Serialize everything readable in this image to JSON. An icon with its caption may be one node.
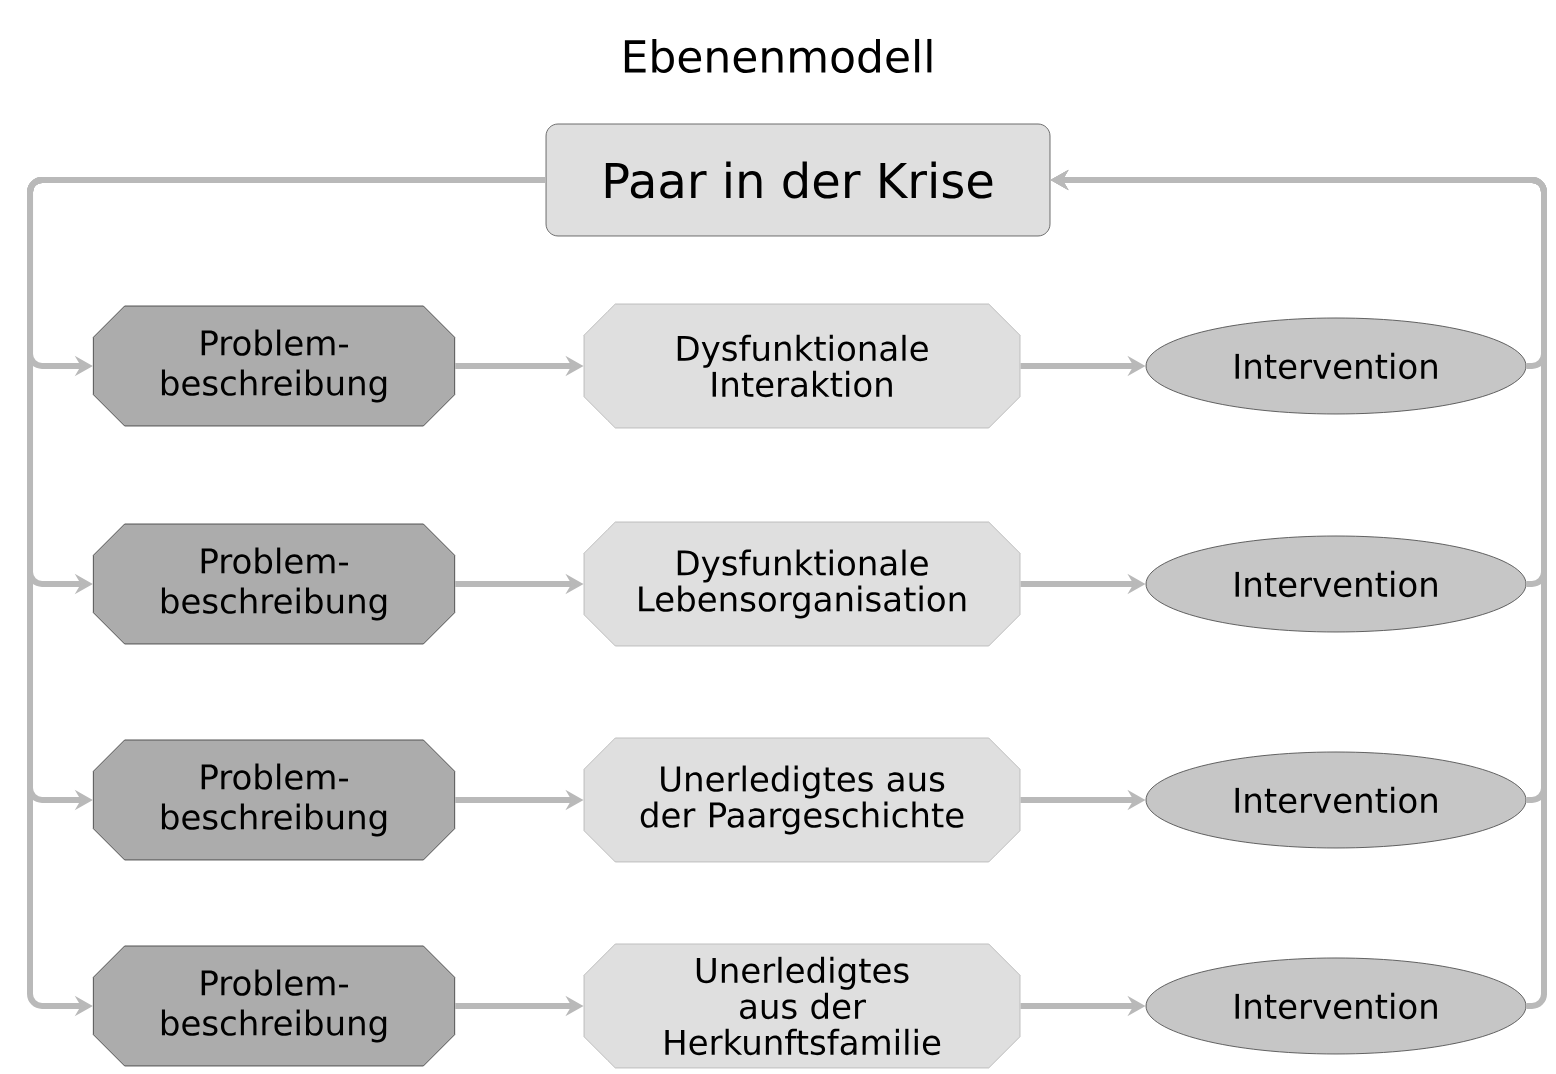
{
  "diagram": {
    "title": "Ebenenmodell",
    "nodes": [
      {
        "text": [
          "Paar in der Krise"
        ]
      },
      {
        "text": [
          "Problem-beschreibung"
        ]
      },
      {
        "text": [
          "Dysfunktionale Interaktion"
        ]
      },
      {
        "text": [
          "Intervention"
        ]
      },
      {
        "text": [
          "Problem-beschreibung"
        ]
      },
      {
        "text": [
          "Dysfunktionale Lebensorganisation"
        ]
      },
      {
        "text": [
          "Intervention"
        ]
      },
      {
        "text": [
          "Problem-beschreibung"
        ]
      },
      {
        "text": [
          "Unerledigtes aus der Paargeschichte"
        ]
      },
      {
        "text": [
          "Intervention"
        ]
      },
      {
        "text": [
          "Problem-beschreibung"
        ]
      },
      {
        "text": [
          "Unerledigtes aus der Herkunftsfamilie"
        ]
      },
      {
        "text": [
          "Intervention"
        ]
      }
    ],
    "edges": [
      {
        "from": 0,
        "to": 1,
        "arrow": "to"
      },
      {
        "from": 0,
        "to": 4,
        "arrow": "to"
      },
      {
        "from": 0,
        "to": 7,
        "arrow": "to"
      },
      {
        "from": 0,
        "to": 10,
        "arrow": "to"
      },
      {
        "from": 1,
        "to": 2,
        "arrow": "to"
      },
      {
        "from": 2,
        "to": 3,
        "arrow": "to"
      },
      {
        "from": 4,
        "to": 5,
        "arrow": "to"
      },
      {
        "from": 5,
        "to": 6,
        "arrow": "to"
      },
      {
        "from": 7,
        "to": 8,
        "arrow": "to"
      },
      {
        "from": 8,
        "to": 9,
        "arrow": "to"
      },
      {
        "from": 10,
        "to": 11,
        "arrow": "to"
      },
      {
        "from": 11,
        "to": 12,
        "arrow": "to"
      },
      {
        "from": 3,
        "to": 0,
        "arrow": "to"
      },
      {
        "from": 6,
        "to": 0,
        "arrow": "to"
      },
      {
        "from": 9,
        "to": 0,
        "arrow": "to"
      },
      {
        "from": 12,
        "to": 0,
        "arrow": "to"
      }
    ]
  }
}
